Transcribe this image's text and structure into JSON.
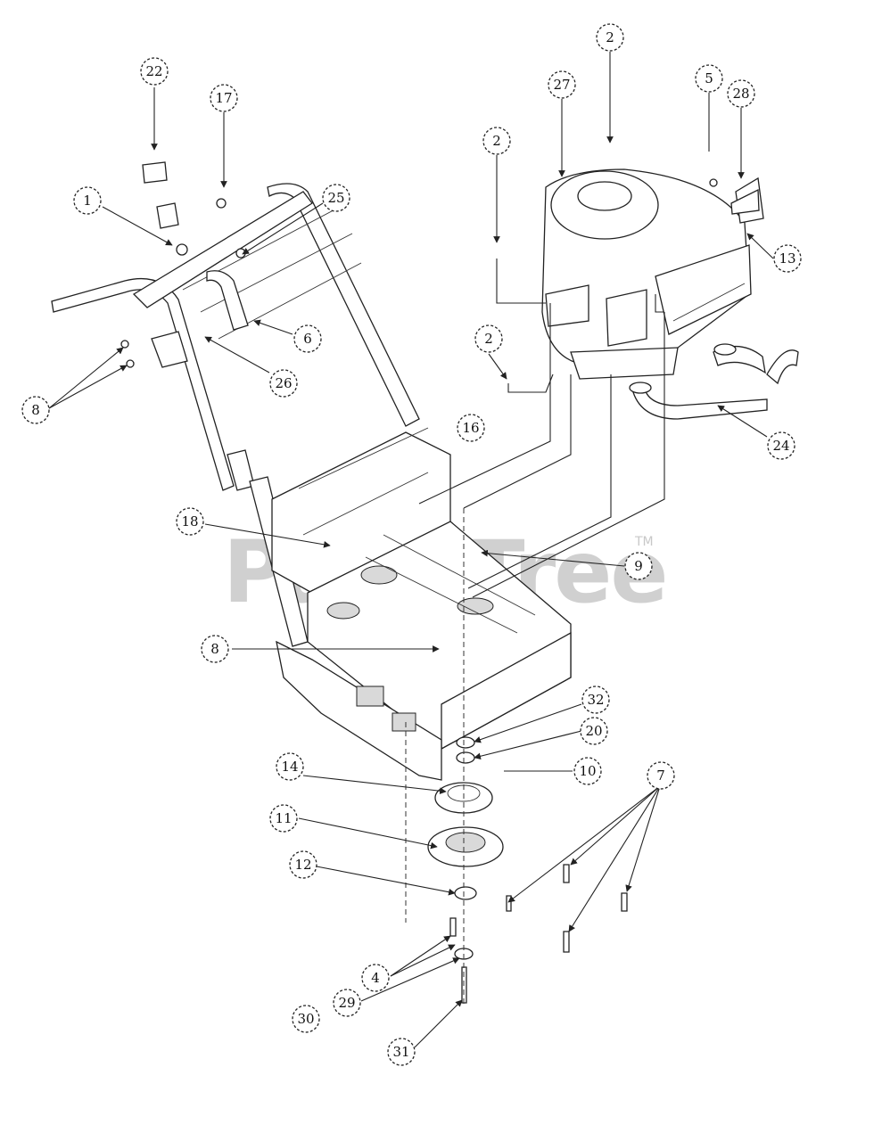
{
  "watermark": {
    "brand": "PartsTree",
    "trademark": "TM"
  },
  "callouts": [
    "1",
    "2",
    "2",
    "2",
    "4",
    "5",
    "6",
    "7",
    "8",
    "8",
    "9",
    "10",
    "11",
    "12",
    "13",
    "14",
    "16",
    "17",
    "18",
    "20",
    "22",
    "24",
    "25",
    "26",
    "27",
    "28",
    "29",
    "30",
    "31",
    "32"
  ]
}
